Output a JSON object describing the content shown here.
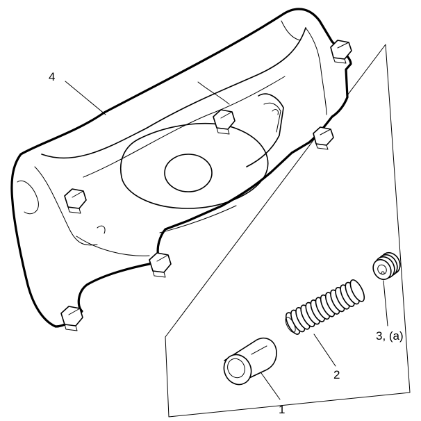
{
  "diagram": {
    "parts": [
      {
        "id": "1",
        "label": "1"
      },
      {
        "id": "2",
        "label": "2"
      },
      {
        "id": "3",
        "label": "3, (a)"
      },
      {
        "id": "4",
        "label": "4"
      }
    ]
  }
}
